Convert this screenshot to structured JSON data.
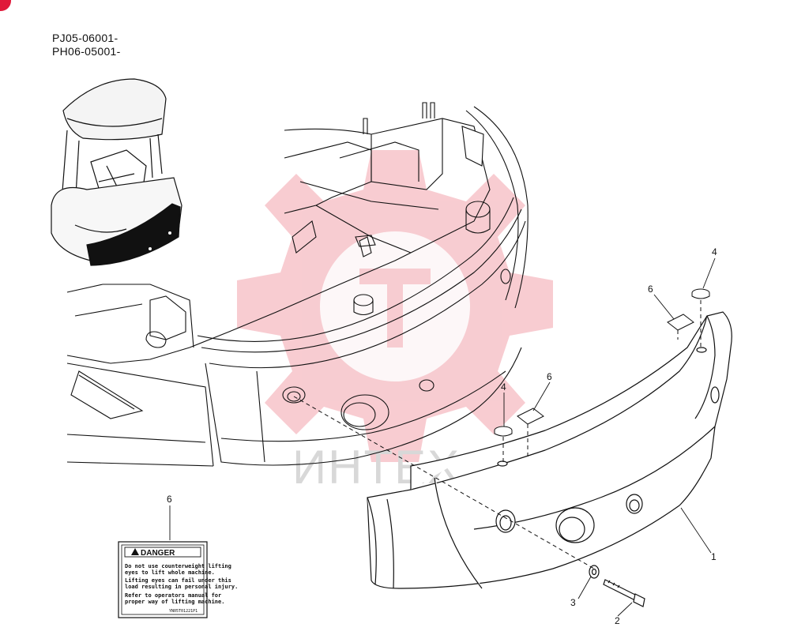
{
  "header": {
    "serial_1": "PJ05-06001-",
    "serial_2": "PH06-05001-"
  },
  "watermark": {
    "text": "ИНТЕХ",
    "color": "#f2a3ac"
  },
  "callouts": {
    "item_1": "1",
    "item_2": "2",
    "item_3": "3",
    "item_4_top": "4",
    "item_4_mid": "4",
    "item_6_right": "6",
    "item_6_mid": "6",
    "item_6_label": "6"
  },
  "danger_label": {
    "header": "DANGER",
    "lines": [
      "Do not use counterweight lifting",
      "eyes to lift whole machine.",
      "Lifting eyes can fail under this",
      "load resulting in personal injury.",
      "Refer to operators manual for",
      "proper way of lifting machine."
    ],
    "part_code": "YN05T01221P1"
  },
  "colors": {
    "line": "#111111",
    "badge": "#e0193a"
  }
}
